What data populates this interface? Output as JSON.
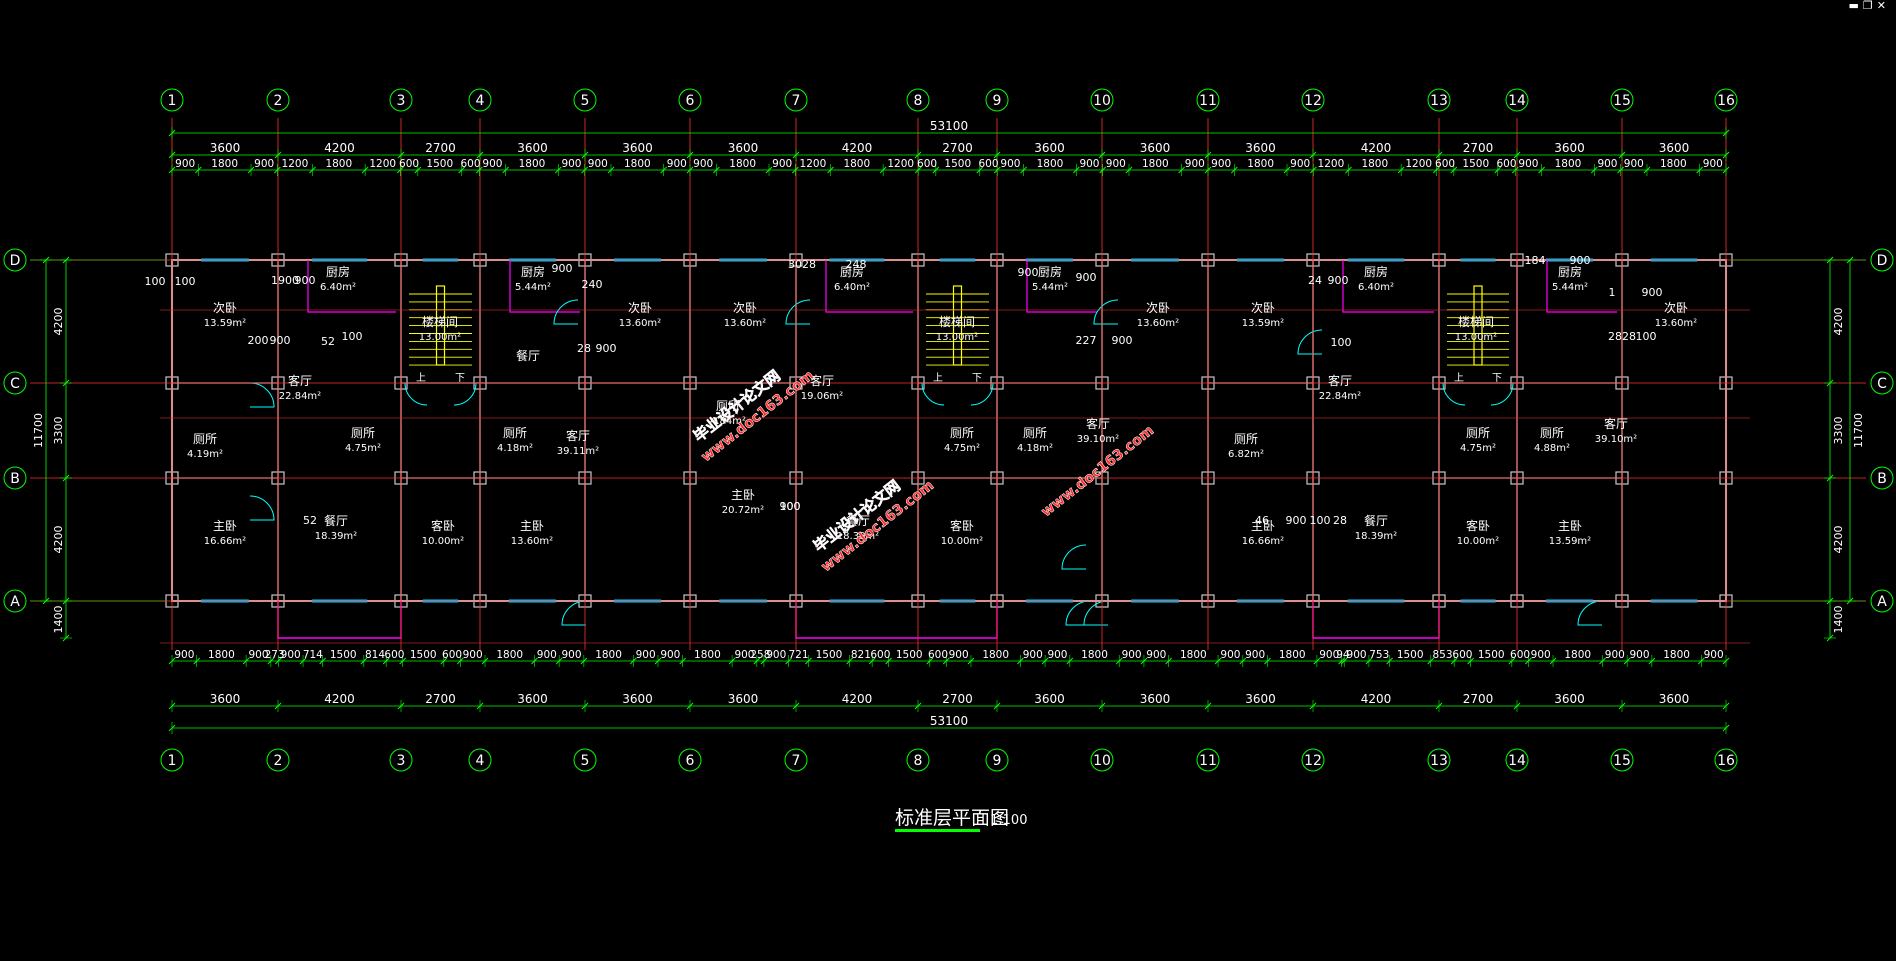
{
  "window": {
    "controls": [
      "▬",
      "❐",
      "✕"
    ]
  },
  "colors": {
    "background": "#000000",
    "dimension": "#00ff00",
    "axis": "#ff3030",
    "wall": "#c8c8c8",
    "text": "#ffffff",
    "window": "#00c8ff",
    "door": "#00ffff",
    "magenta": "#ff00ff",
    "stair": "#ffff00",
    "watermark": "#ff2a2a"
  },
  "axes": {
    "vertical": [
      "1",
      "2",
      "3",
      "4",
      "5",
      "6",
      "7",
      "8",
      "9",
      "10",
      "11",
      "12",
      "13",
      "14",
      "15",
      "16"
    ],
    "horizontal": [
      "D",
      "C",
      "B",
      "A"
    ]
  },
  "dimensions": {
    "total": "53100",
    "bays": [
      "3600",
      "4200",
      "2700",
      "3600",
      "3600",
      "3600",
      "4200",
      "2700",
      "3600",
      "3600",
      "3600",
      "4200",
      "2700",
      "3600",
      "3600"
    ],
    "top_details": [
      "900",
      "1800",
      "900",
      "1200",
      "1800",
      "1200",
      "600",
      "1500",
      "600",
      "900",
      "1800",
      "900",
      "900",
      "1800",
      "900",
      "900",
      "1800",
      "900",
      "1200",
      "1800",
      "1200",
      "600",
      "1500",
      "600",
      "900",
      "1800",
      "900",
      "900",
      "1800",
      "900",
      "900",
      "1800",
      "900",
      "1200",
      "1800",
      "1200",
      "600",
      "1500",
      "600",
      "900",
      "1800",
      "900",
      "900",
      "1800",
      "900"
    ],
    "bottom_details": [
      "900",
      "1800",
      "900",
      "273",
      "900",
      "714",
      "1500",
      "814",
      "600",
      "1500",
      "600",
      "900",
      "1800",
      "900",
      "900",
      "1800",
      "900",
      "900",
      "1800",
      "900",
      "258",
      "900",
      "721",
      "1500",
      "821",
      "600",
      "1500",
      "600",
      "900",
      "1800",
      "900",
      "900",
      "1800",
      "900",
      "900",
      "1800",
      "900",
      "900",
      "1800",
      "900",
      "94",
      "900",
      "753",
      "1500",
      "853",
      "600",
      "1500",
      "600",
      "900",
      "1800",
      "900",
      "900",
      "1800",
      "900"
    ],
    "left_rows": [
      "4200",
      "3300",
      "4200"
    ],
    "left_total": "11700",
    "bottom_offset": "1400",
    "right_rows": [
      "4200",
      "3300",
      "4200"
    ],
    "right_total": "11700"
  },
  "rooms": [
    {
      "name": "次卧",
      "area": "13.59m²"
    },
    {
      "name": "厨房",
      "area": "6.40m²"
    },
    {
      "name": "楼梯间",
      "area": "13.00m²"
    },
    {
      "name": "厨房",
      "area": "5.44m²"
    },
    {
      "name": "次卧",
      "area": "13.60m²"
    },
    {
      "name": "次卧",
      "area": "13.60m²"
    },
    {
      "name": "厨房",
      "area": "6.40m²"
    },
    {
      "name": "楼梯间",
      "area": "13.00m²"
    },
    {
      "name": "厨房",
      "area": "5.44m²"
    },
    {
      "name": "次卧",
      "area": "13.60m²"
    },
    {
      "name": "次卧",
      "area": "13.59m²"
    },
    {
      "name": "厨房",
      "area": "6.40m²"
    },
    {
      "name": "楼梯间",
      "area": "13.00m²"
    },
    {
      "name": "厨房",
      "area": "5.44m²"
    },
    {
      "name": "次卧",
      "area": "13.60m²"
    },
    {
      "name": "客厅",
      "area": "22.84m²"
    },
    {
      "name": "餐厅",
      "area": ""
    },
    {
      "name": "厕所",
      "area": "4.84m²"
    },
    {
      "name": "客厅",
      "area": "19.06m²"
    },
    {
      "name": "客厅",
      "area": "22.84m²"
    },
    {
      "name": "厕所",
      "area": "4.19m²"
    },
    {
      "name": "厕所",
      "area": "4.75m²"
    },
    {
      "name": "厕所",
      "area": "4.18m²"
    },
    {
      "name": "客厅",
      "area": "39.11m²"
    },
    {
      "name": "厕所",
      "area": "4.75m²"
    },
    {
      "name": "厕所",
      "area": "4.18m²"
    },
    {
      "name": "客厅",
      "area": "39.10m²"
    },
    {
      "name": "厕所",
      "area": "6.82m²"
    },
    {
      "name": "厕所",
      "area": "4.75m²"
    },
    {
      "name": "厕所",
      "area": "4.88m²"
    },
    {
      "name": "客厅",
      "area": "39.10m²"
    },
    {
      "name": "主卧",
      "area": "16.66m²"
    },
    {
      "name": "餐厅",
      "area": "18.39m²"
    },
    {
      "name": "客卧",
      "area": "10.00m²"
    },
    {
      "name": "主卧",
      "area": "13.60m²"
    },
    {
      "name": "主卧",
      "area": "20.72m²"
    },
    {
      "name": "餐厅",
      "area": "18.39m²"
    },
    {
      "name": "客卧",
      "area": "10.00m²"
    },
    {
      "name": "主卧",
      "area": "16.66m²"
    },
    {
      "name": "餐厅",
      "area": "18.39m²"
    },
    {
      "name": "客卧",
      "area": "10.00m²"
    },
    {
      "name": "主卧",
      "area": "13.59m²"
    }
  ],
  "stair_labels": [
    "上",
    "下"
  ],
  "annotations": [
    "100",
    "100",
    "1900",
    "900",
    "52",
    "100",
    "200",
    "900",
    "52",
    "900",
    "240",
    "28",
    "900",
    "3028",
    "248",
    "900",
    "900",
    "100",
    "227",
    "900",
    "24",
    "900",
    "184",
    "900",
    "1",
    "900",
    "2828",
    "100",
    "100",
    "900",
    "28",
    "46",
    "900",
    "100"
  ],
  "title": "标准层平面图",
  "scale": "1:100",
  "watermark": {
    "name": "毕业设计论文网",
    "url": "www.doc163.com"
  }
}
